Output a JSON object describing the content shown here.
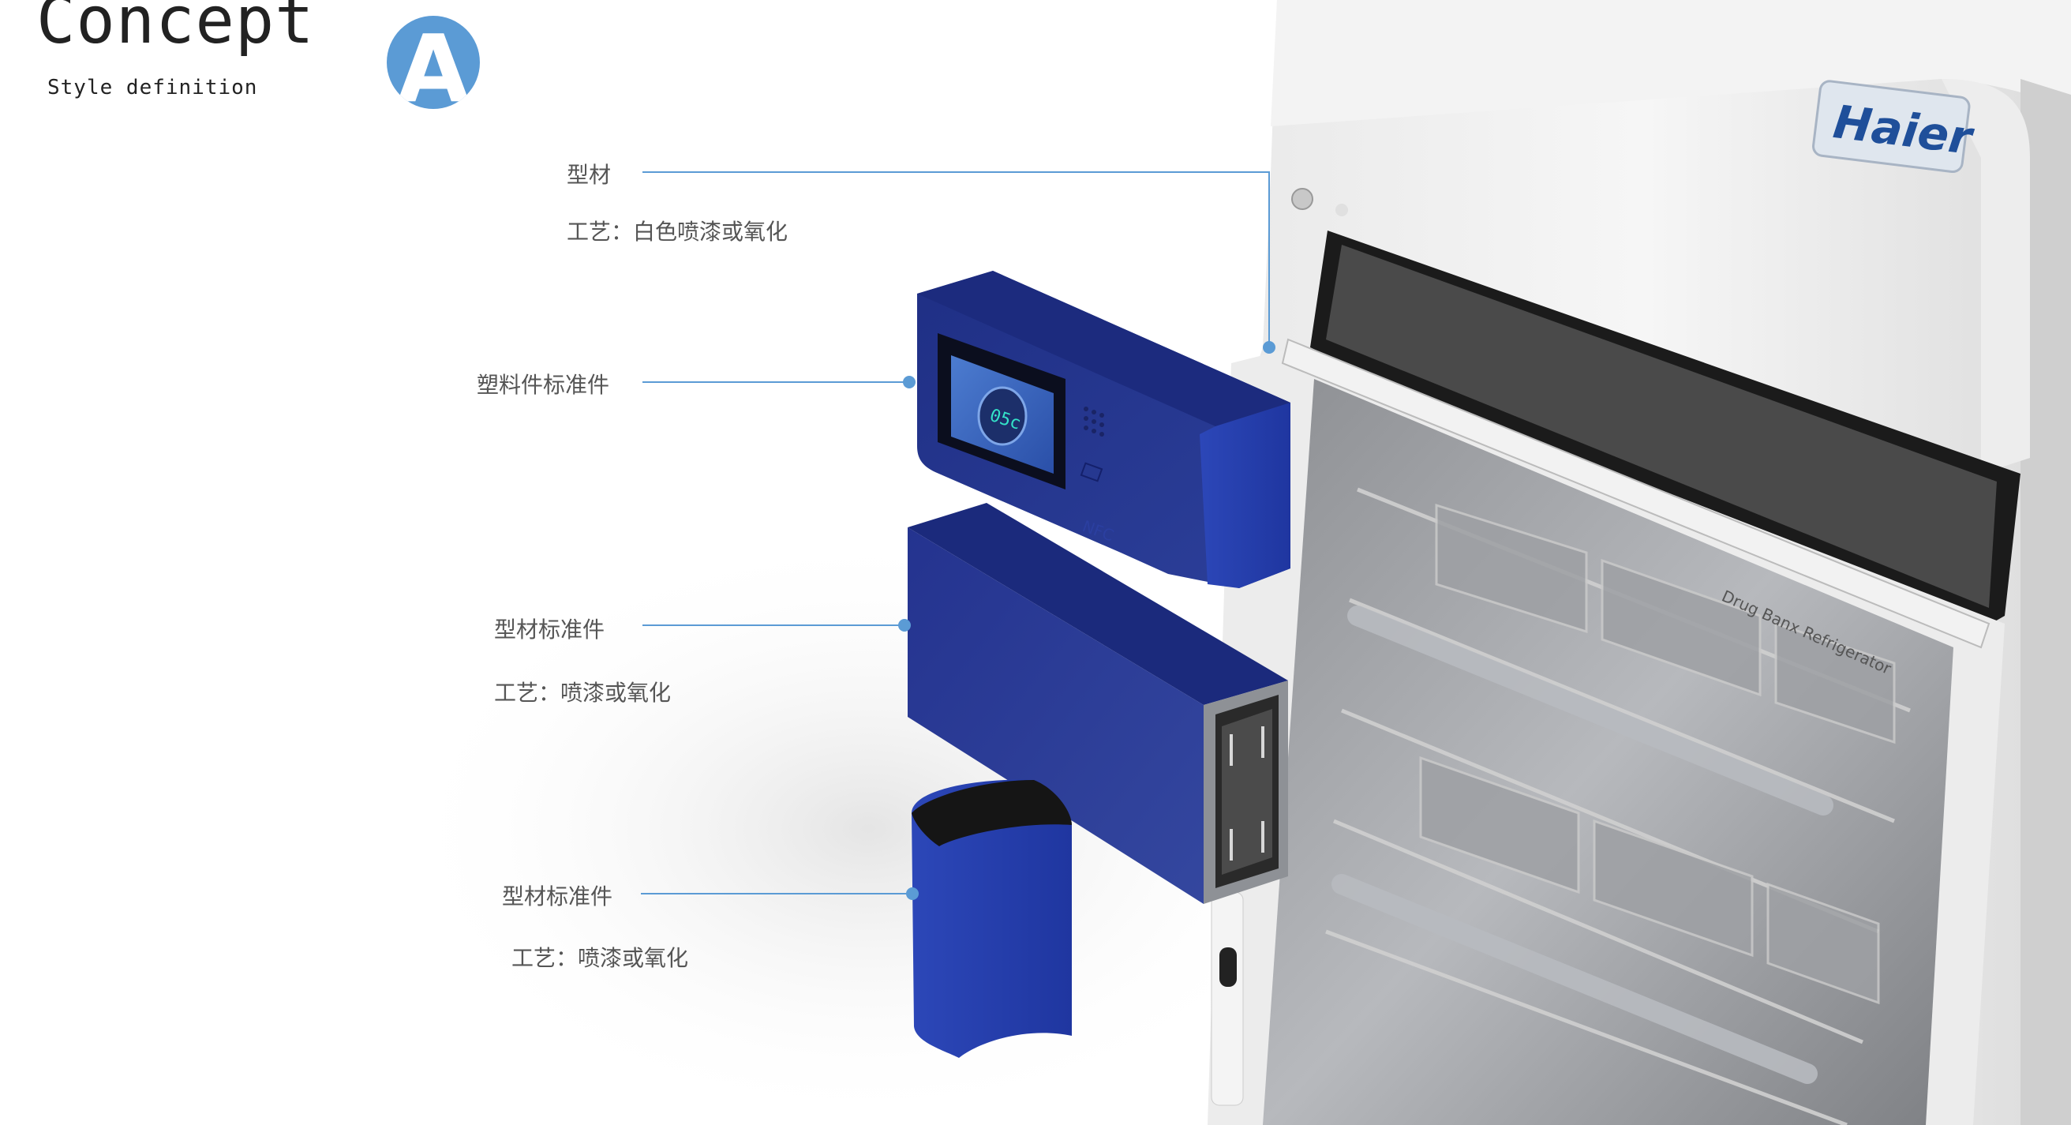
{
  "header": {
    "title": "Concept",
    "subtitle": "Style definition",
    "badge_letter": "A"
  },
  "callouts": [
    {
      "label": "型材",
      "process": "工艺：白色喷漆或氧化"
    },
    {
      "label": "塑料件标准件",
      "process": ""
    },
    {
      "label": "型材标准件",
      "process": "工艺：喷漆或氧化"
    },
    {
      "label": "型材标准件",
      "process": "工艺：喷漆或氧化"
    }
  ],
  "product": {
    "brand": "Haier",
    "panel_reading": "05c",
    "nfc_mark": "NFC",
    "drawer_print": "Drug Banx Refrigerator"
  },
  "colors": {
    "accent_blue": "#5b9bd5",
    "component_blue": "#2a3d9a",
    "leader_line": "#5b9bd5"
  }
}
